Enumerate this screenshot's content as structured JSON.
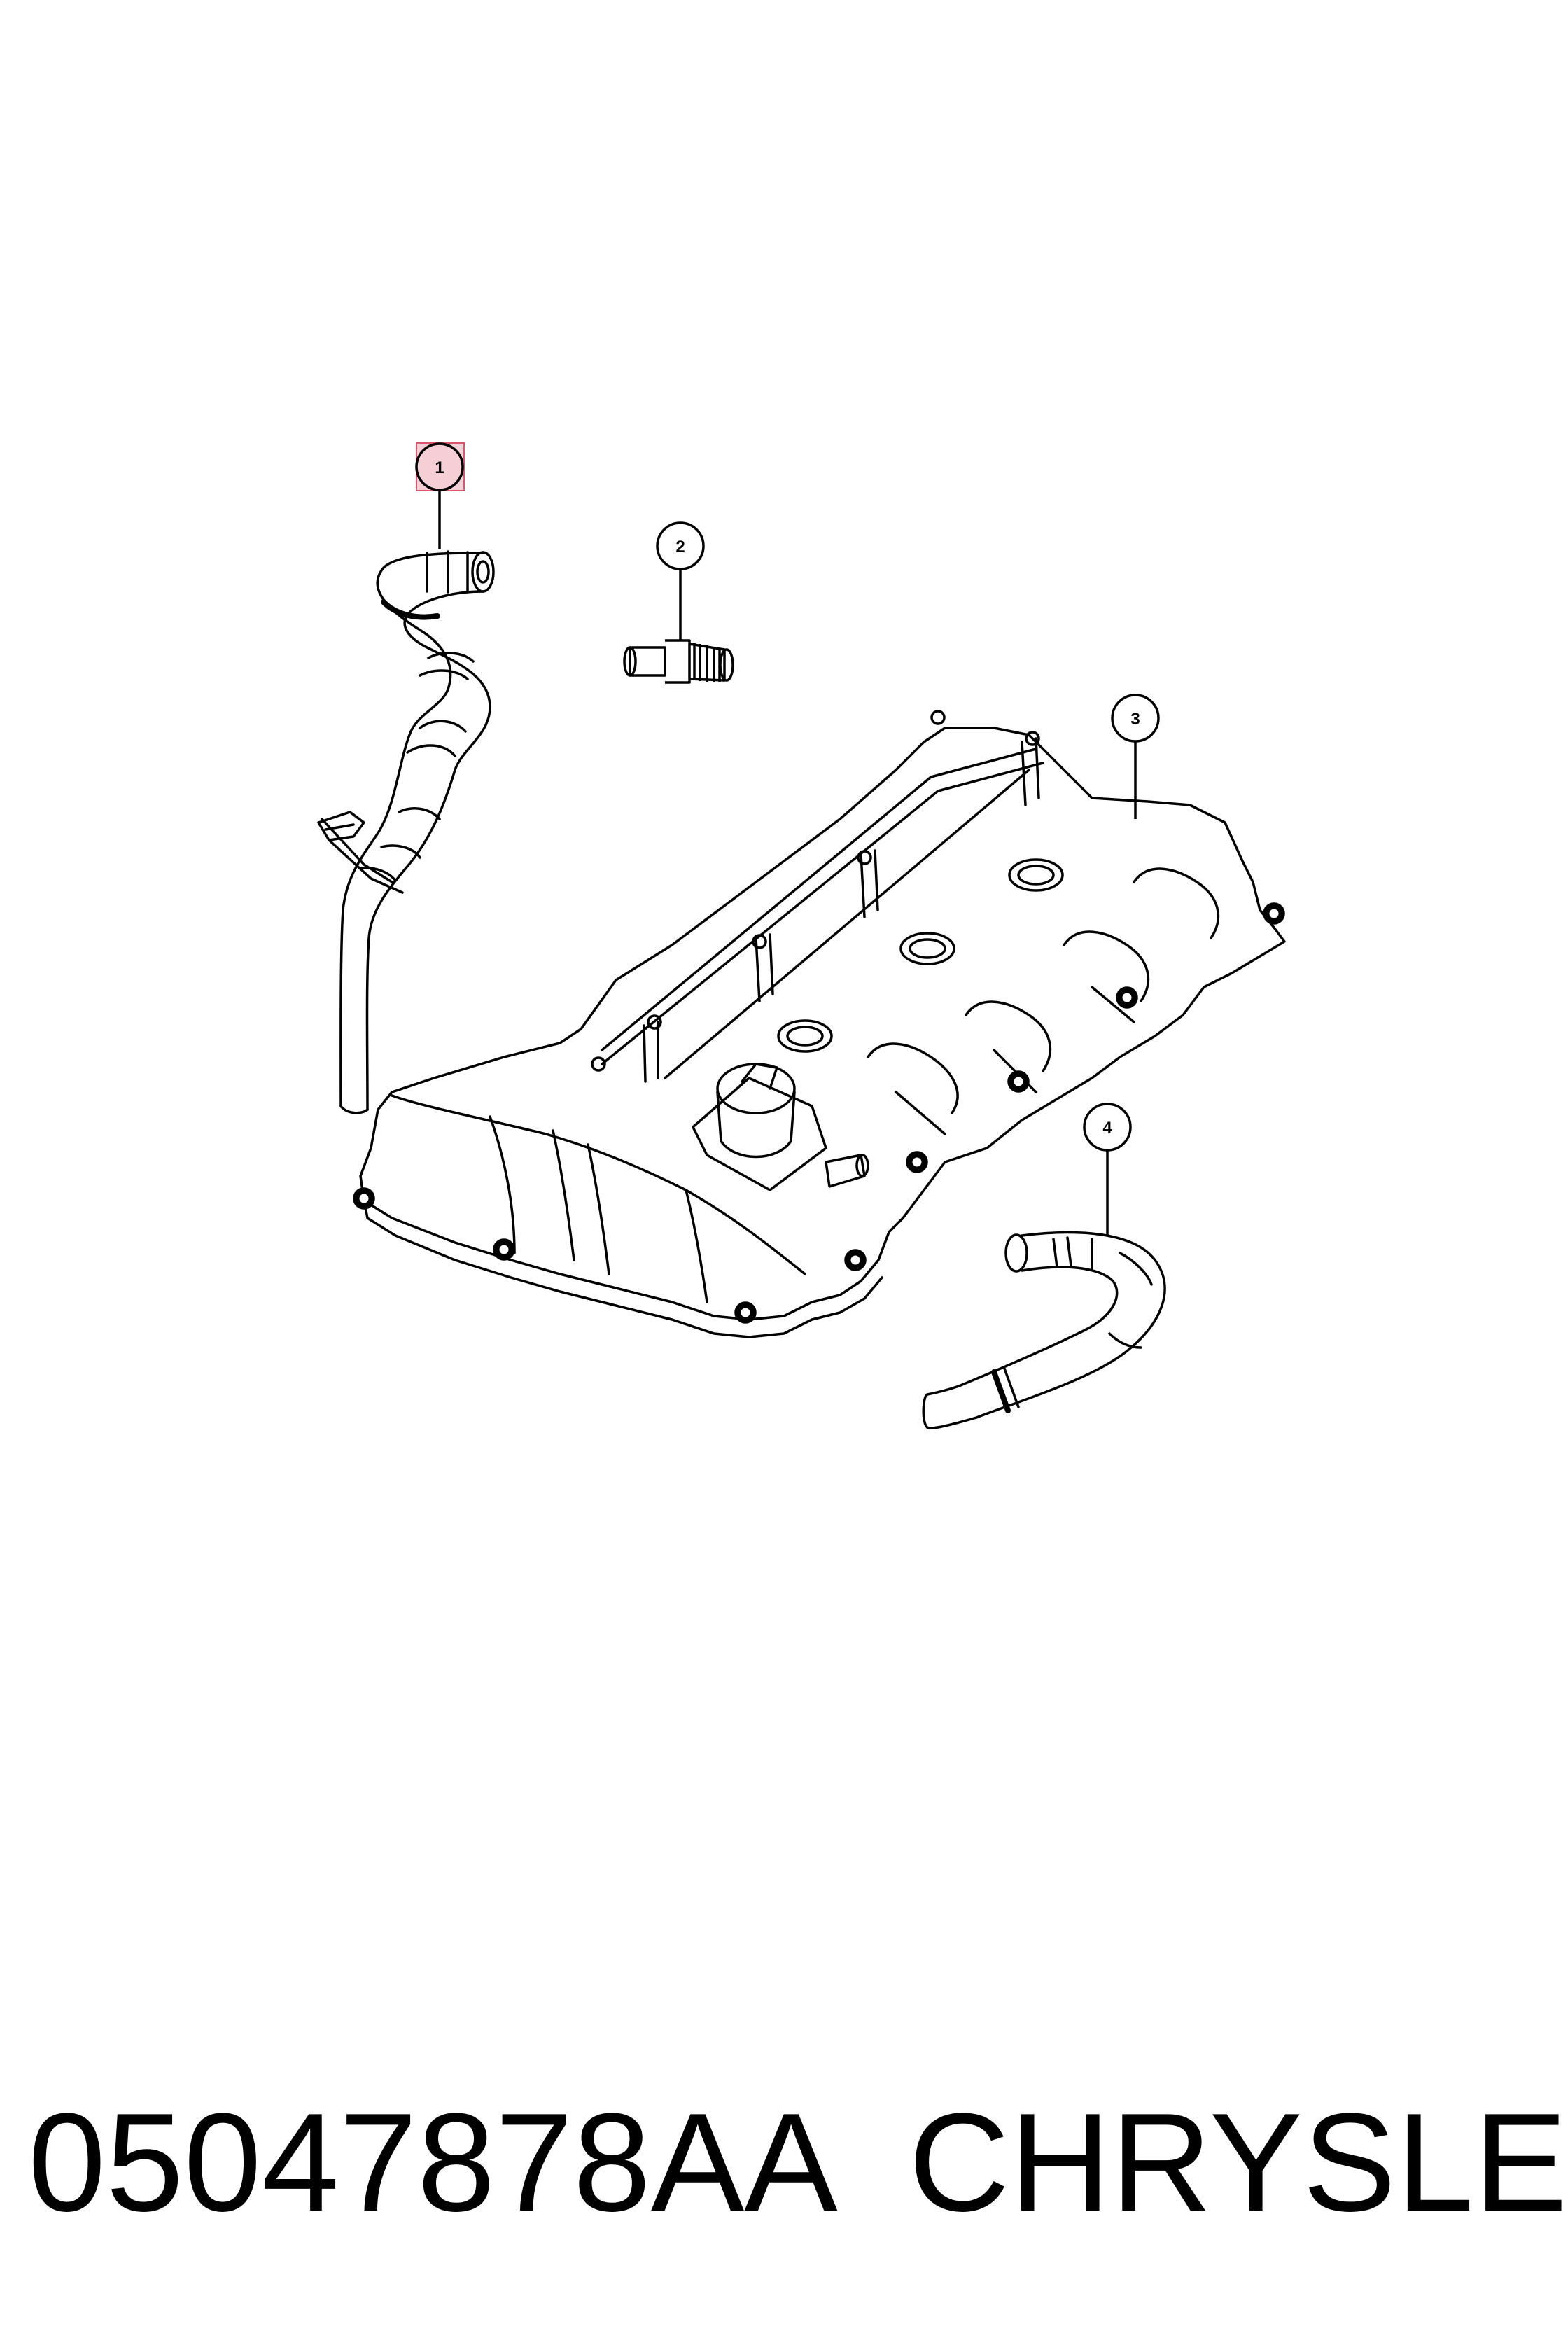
{
  "callouts": [
    {
      "label": "1",
      "highlighted": true
    },
    {
      "label": "2",
      "highlighted": false
    },
    {
      "label": "3",
      "highlighted": false
    },
    {
      "label": "4",
      "highlighted": false
    }
  ],
  "footer": {
    "part_number": "05047878AA",
    "brand": "CHRYSLER"
  },
  "colors": {
    "line": "#000000",
    "highlight_fill": "#f6cfd6",
    "highlight_stroke": "#d9566c",
    "background": "#ffffff"
  },
  "parts": [
    {
      "callout": "1",
      "icon": "hose-icon"
    },
    {
      "callout": "2",
      "icon": "pcv-valve-icon"
    },
    {
      "callout": "3",
      "icon": "valve-cover-icon"
    },
    {
      "callout": "4",
      "icon": "hose-icon"
    }
  ]
}
